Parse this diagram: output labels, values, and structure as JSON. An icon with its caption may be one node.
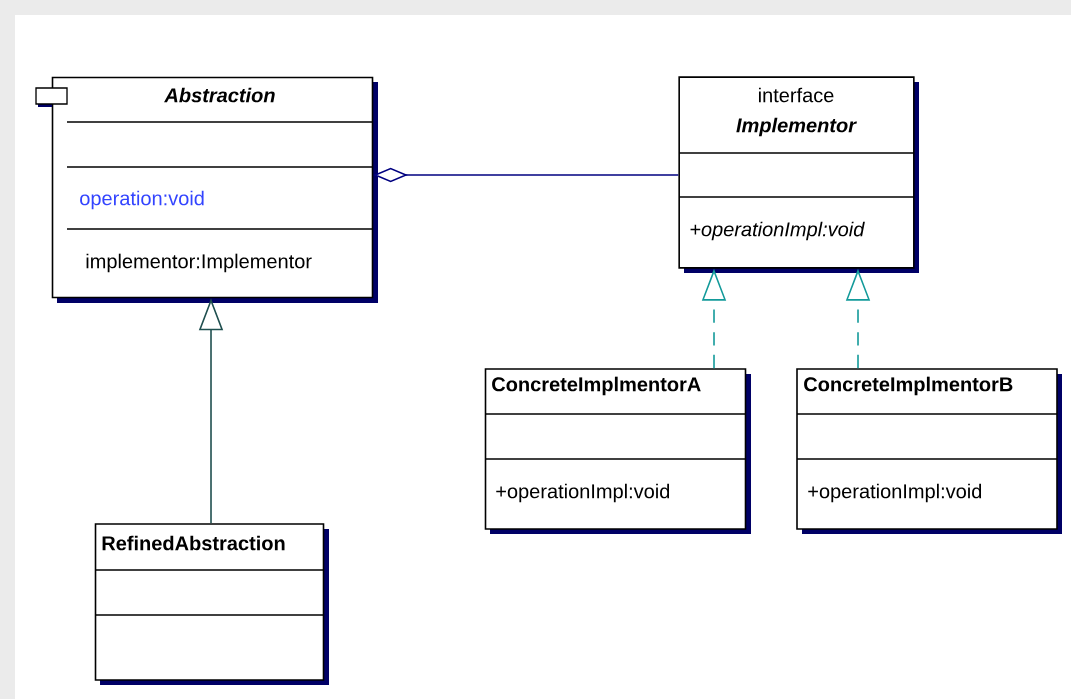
{
  "diagram": {
    "nodes": [
      {
        "text": [
          "Abstraction",
          "operation:void",
          "implementor:Implementor"
        ]
      },
      {
        "text": [
          "interface",
          "Implementor",
          "+operationImpl:void"
        ]
      },
      {
        "text": [
          "ConcreteImplmentorA",
          "+operationImpl:void"
        ]
      },
      {
        "text": [
          "ConcreteImplmentorB",
          "+operationImpl:void"
        ]
      },
      {
        "text": [
          "RefinedAbstraction"
        ]
      }
    ],
    "edges": [
      {
        "from": 1,
        "to": 0,
        "arrow": "other",
        "color": "#000080"
      },
      {
        "from": 4,
        "to": 0,
        "arrow": "to",
        "color": "#1f4f4f"
      },
      {
        "from": 2,
        "to": 1,
        "arrow": "to",
        "style": "dashed",
        "color": "#139a9a"
      },
      {
        "from": 3,
        "to": 1,
        "arrow": "to",
        "style": "dashed",
        "color": "#139a9a"
      }
    ]
  }
}
